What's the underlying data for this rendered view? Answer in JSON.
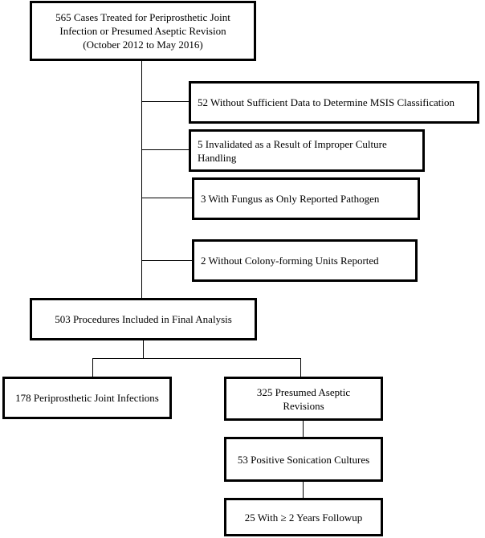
{
  "diagram": {
    "boxes": {
      "start": "565 Cases Treated for Periprosthetic Joint\nInfection or Presumed Aseptic Revision\n(October 2012 to May 2016)",
      "excl_msis": "52 Without Sufficient Data to Determine MSIS Classification",
      "excl_culture": "5 Invalidated as a Result of Improper Culture\nHandling",
      "excl_fungus": "3 With Fungus as Only Reported Pathogen",
      "excl_cfu": "2 Without Colony-forming Units Reported",
      "final": "503 Procedures Included in Final Analysis",
      "pji": "178 Periprosthetic Joint Infections",
      "aseptic": "325 Presumed Aseptic\nRevisions",
      "sonication": "53 Positive Sonication Cultures",
      "followup": "25 With ≥ 2 Years Followup"
    }
  }
}
